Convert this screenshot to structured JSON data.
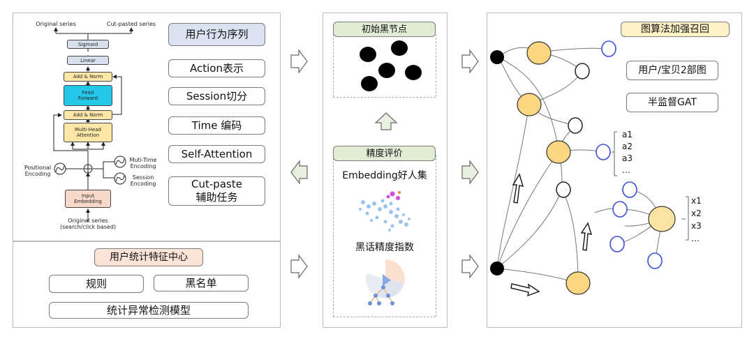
{
  "transformer": {
    "original_series_top": "Original series",
    "cut_pasted_series": "Cut-pasted series",
    "sigmoid": "Sigmoid",
    "linear": "Linear",
    "add_norm_top": "Add & Norm",
    "feed_forward": "Feed\nForward",
    "add_norm_bottom": "Add & Norm",
    "multi_head_attention": "Multi-Head\nAttention",
    "positional_encoding": "Positional\nEncoding",
    "muti_time_encoding": "Muti-Time\nEncoding",
    "session_encoding": "Session\nEncoding",
    "input_embedding": "Input\nEmbedding",
    "original_series_bottom": "Original series\n(search/click based)"
  },
  "behavior": {
    "title": "用户行为序列",
    "items": [
      "Action表示",
      "Session切分",
      "Time 编码",
      "Self-Attention",
      "Cut-paste\n辅助任务"
    ]
  },
  "stats": {
    "title": "用户统计特征中心",
    "rule": "规则",
    "blacklist": "黑名单",
    "anomaly_model": "统计异常检测模型"
  },
  "middle": {
    "initial_black_nodes": "初始黑节点",
    "precision_eval": "精度评价",
    "embedding_good_set": "Embedding好人集",
    "slang_index": "黑话精度指数"
  },
  "graph": {
    "title": "图算法加强召回",
    "bipartite": "用户/宝贝2部图",
    "semi_gat": "半监督GAT",
    "a_list": [
      "a1",
      "a2",
      "a3",
      "…"
    ],
    "x_list": [
      "x1",
      "x2",
      "x3",
      "…"
    ]
  },
  "colors": {
    "title_blue": "#dbe3f3",
    "title_green": "#e1ecd5",
    "title_peach": "#fbe3d8",
    "title_yellow": "#fff2c6",
    "node_yellow": "#fbd782",
    "feed_forward": "#25c7e8",
    "attention_yellow": "#fde6a6",
    "embedding_peach": "#f8d8cb",
    "small_gray": "#d8e0ee",
    "blue_ring": "#3a4fd6"
  }
}
